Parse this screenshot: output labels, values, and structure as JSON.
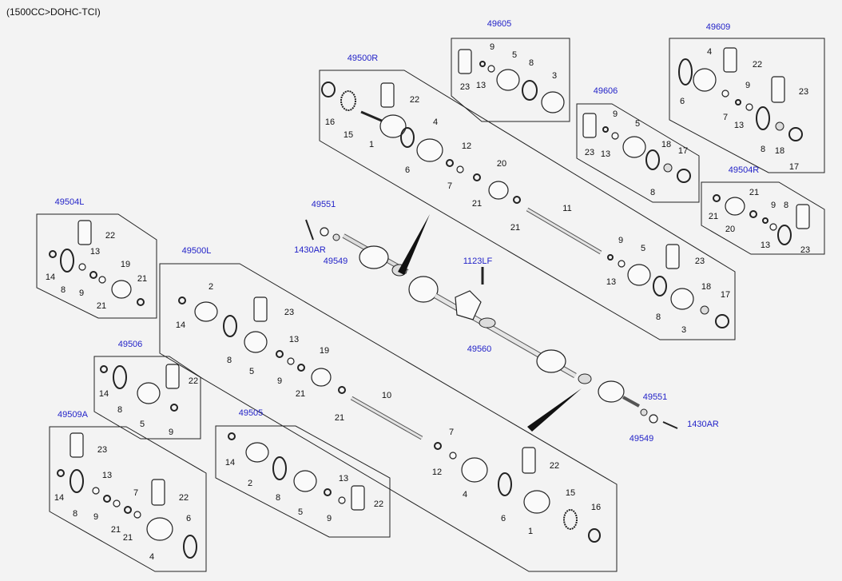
{
  "header": {
    "title": "(1500CC>DOHC-TCI)"
  },
  "ref_codes": {
    "r49605": "49605",
    "r49609": "49609",
    "r49500R": "49500R",
    "r49606": "49606",
    "r49504R": "49504R",
    "r49504L": "49504L",
    "r49551a": "49551",
    "r1430ARa": "1430AR",
    "r49549a": "49549",
    "r1123LF": "1123LF",
    "r49500L": "49500L",
    "r49560": "49560",
    "r49506": "49506",
    "r49551b": "49551",
    "r49549b": "49549",
    "r1430ARb": "1430AR",
    "r49509A": "49509A",
    "r49505": "49505"
  },
  "part_nums": {
    "n1": "1",
    "n2": "2",
    "n3": "3",
    "n4": "4",
    "n5": "5",
    "n6": "6",
    "n7": "7",
    "n8": "8",
    "n9": "9",
    "n11": "11",
    "n12": "12",
    "n13": "13",
    "n14": "14",
    "n15": "15",
    "n16": "16",
    "n17": "17",
    "n18": "18",
    "n19": "19",
    "n20": "20",
    "n21": "21",
    "n22": "22",
    "n23": "23",
    "n10": "10"
  }
}
